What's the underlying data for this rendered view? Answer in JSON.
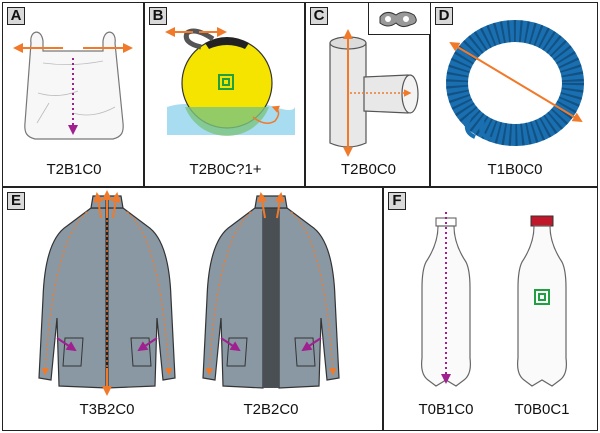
{
  "panels": [
    {
      "letter": "A",
      "caption": "T2B1C0",
      "object": "plastic bag"
    },
    {
      "letter": "B",
      "caption": "T2B0C?1+",
      "object": "buoy"
    },
    {
      "letter": "C",
      "caption": "T2B0C0",
      "object": "pipe tee"
    },
    {
      "letter": "D",
      "caption": "T1B0C0",
      "object": "rope coil"
    },
    {
      "letter": "E",
      "captions": [
        "T3B2C0",
        "T2B2C0"
      ],
      "object": "jackets"
    },
    {
      "letter": "F",
      "captions": [
        "T0B1C0",
        "T0B0C1"
      ],
      "object": "bottles"
    }
  ],
  "colors": {
    "arrow": "#f07a2a",
    "dotted": "#a0208f",
    "green_marker": "#20a040",
    "buoy": "#f5e400",
    "water": "#a8dcf0",
    "jacket": "#8a98a4",
    "label_box": "#d9d9d9",
    "cap": "#c0182a"
  }
}
